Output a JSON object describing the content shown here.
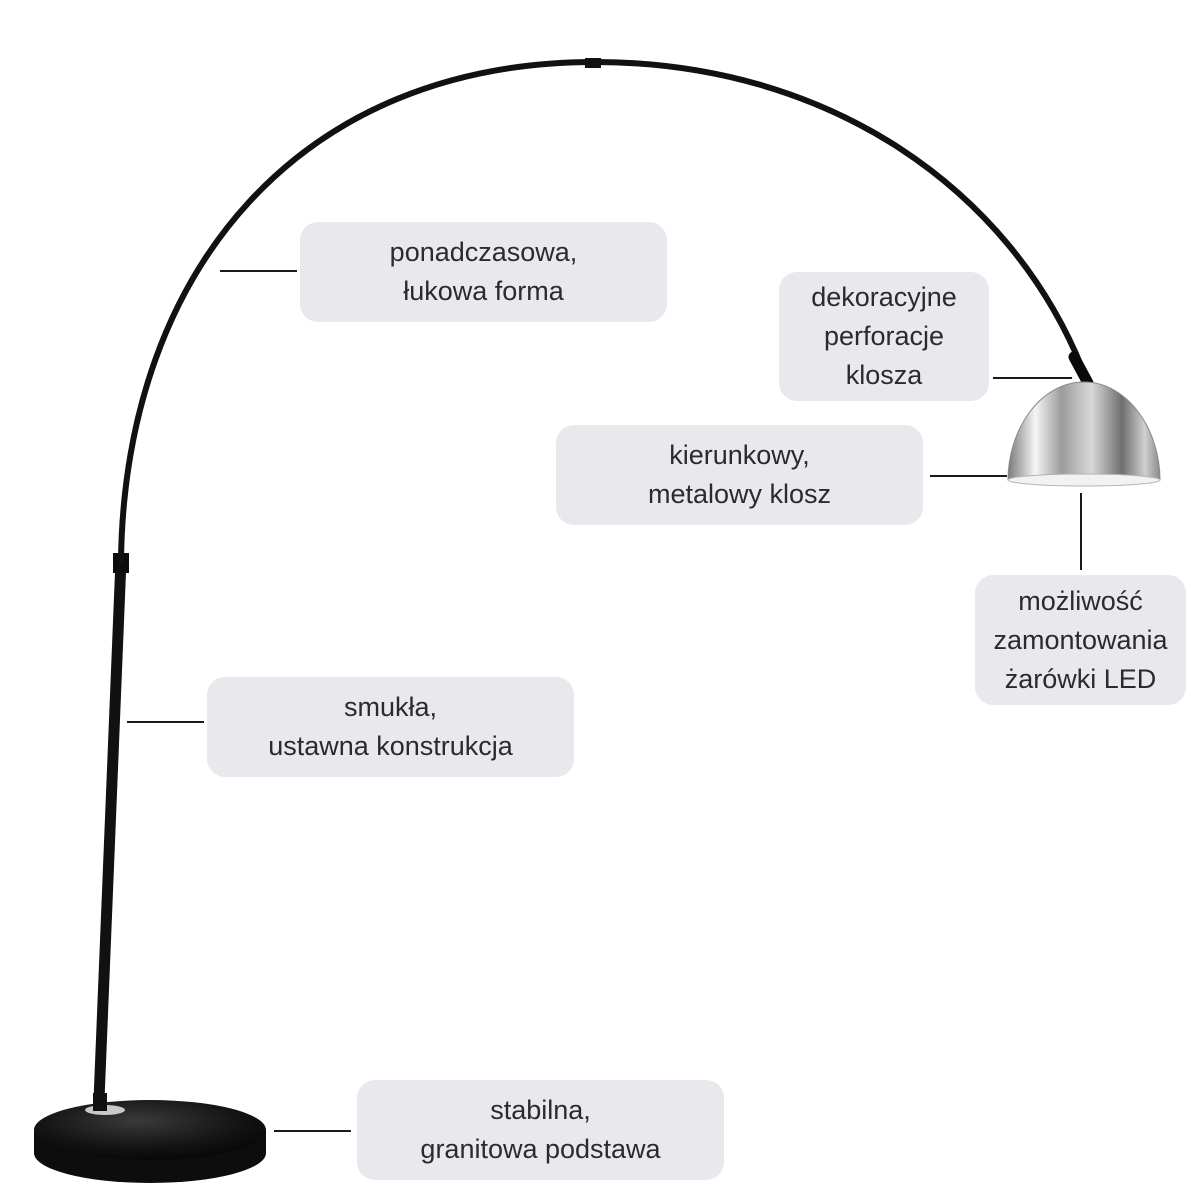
{
  "callouts": {
    "arc_form": {
      "lines": [
        "ponadczasowa,",
        "łukowa forma"
      ]
    },
    "perforations": {
      "lines": [
        "dekoracyjne",
        "perforacje",
        "klosza"
      ]
    },
    "shade": {
      "lines": [
        "kierunkowy,",
        "metalowy klosz"
      ]
    },
    "led": {
      "lines": [
        "możliwość",
        "zamontowania",
        "żarówki LED"
      ]
    },
    "construction": {
      "lines": [
        "smukła,",
        "ustawna konstrukcja"
      ]
    },
    "base": {
      "lines": [
        "stabilna,",
        "granitowa podstawa"
      ]
    }
  },
  "colors": {
    "background": "#ffffff",
    "callout_fill": "#e9e9ed",
    "callout_text": "#2b2b2b",
    "lamp_body": "#111111",
    "leader_line": "#1a1a1a",
    "chrome_highlight": "#f4f4f4",
    "chrome_shadow": "#6e6e6e"
  }
}
